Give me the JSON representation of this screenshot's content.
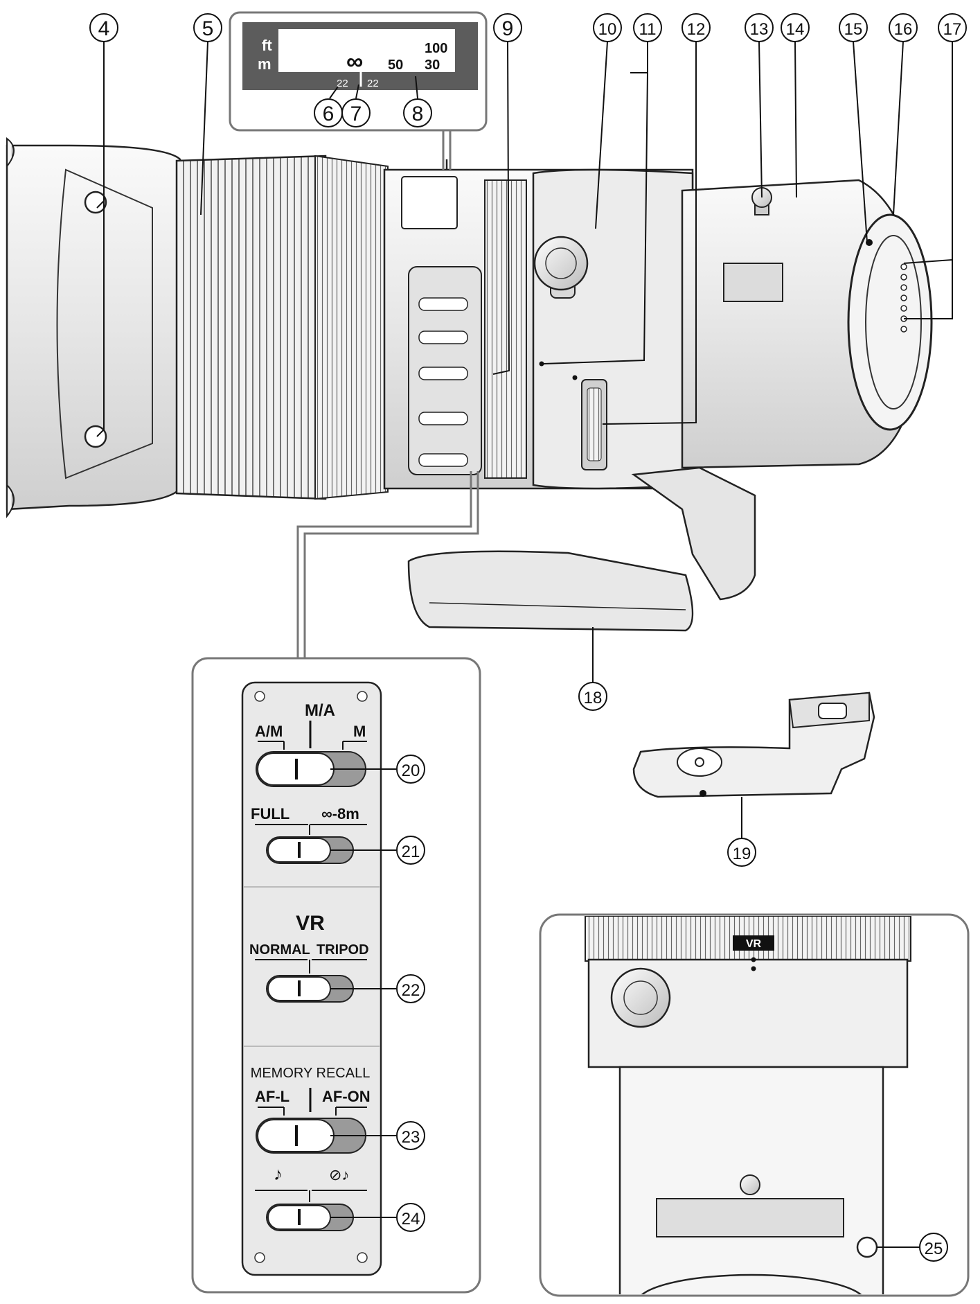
{
  "callouts": [
    "4",
    "5",
    "6",
    "7",
    "8",
    "9",
    "10",
    "11",
    "12",
    "13",
    "14",
    "15",
    "16",
    "17",
    "18",
    "19",
    "20",
    "21",
    "22",
    "23",
    "24",
    "25"
  ],
  "distance_scale": {
    "unit_ft": "ft",
    "unit_m": "m",
    "ft_value": "100",
    "m_infinity": "∞",
    "m_50": "50",
    "m_30": "30",
    "left_aperture": "22",
    "right_aperture": "22"
  },
  "switch_panel": {
    "focus_mode": {
      "left": "A/M",
      "center": "M/A",
      "right": "M"
    },
    "focus_limit": {
      "left": "FULL",
      "right": "∞-8m"
    },
    "vr": {
      "title": "VR",
      "left": "NORMAL",
      "right": "TRIPOD"
    },
    "memory": {
      "title": "MEMORY RECALL",
      "left": "AF-L",
      "right": "AF-ON"
    },
    "beep": {
      "left": "♪",
      "right": "⊘♪"
    }
  },
  "bottom_inset": {
    "vr_badge": "VR"
  }
}
